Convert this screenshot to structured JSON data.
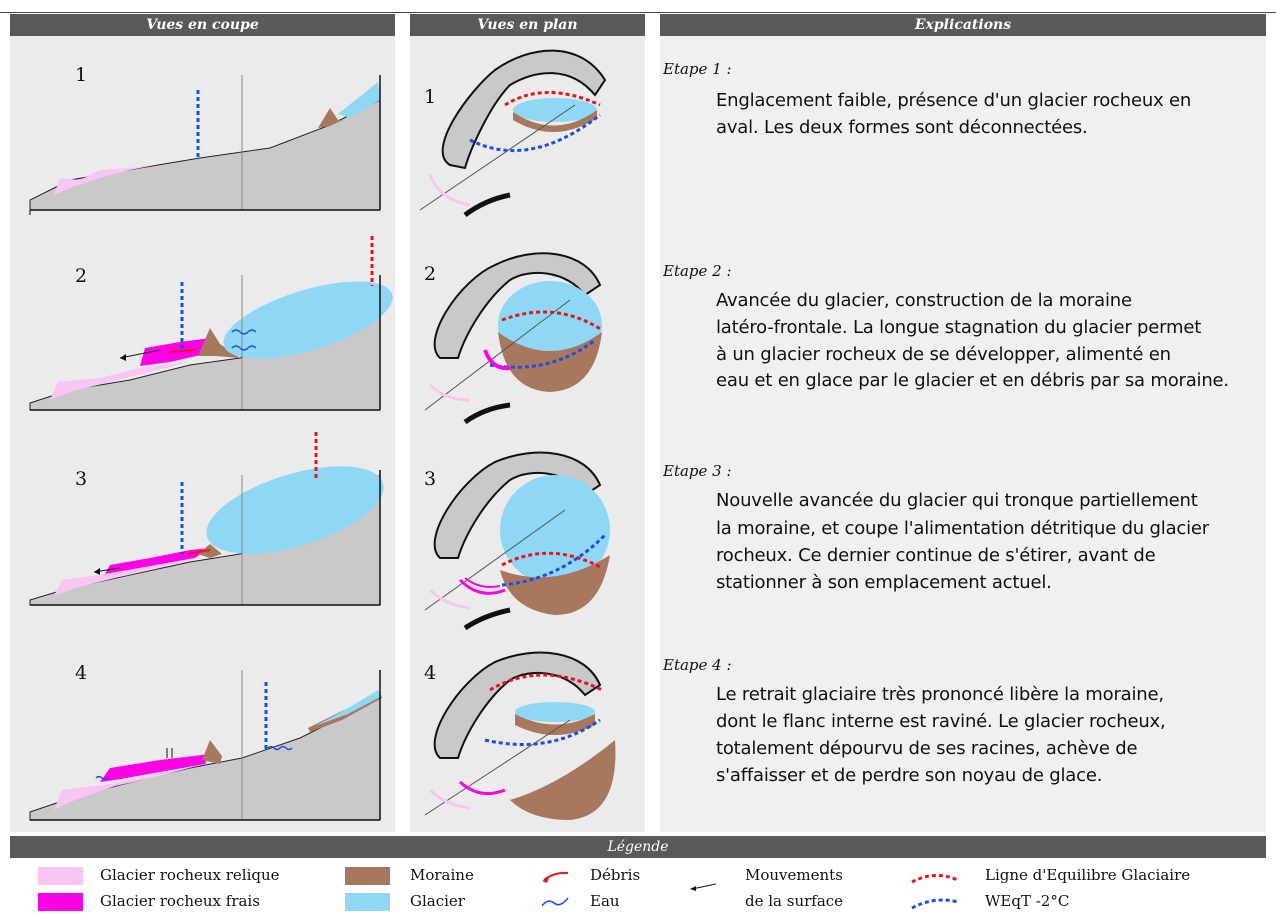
{
  "headers": {
    "coupe": "Vues en coupe",
    "plan": "Vues en plan",
    "explications": "Explications"
  },
  "steps": [
    {
      "num": "1",
      "title": "Etape 1 :",
      "lines": [
        "Englacement faible, présence d'un glacier rocheux en",
        "aval. Les deux formes sont déconnectées."
      ]
    },
    {
      "num": "2",
      "title": "Etape 2 :",
      "lines": [
        "Avancée du glacier, construction de la moraine",
        "latéro-frontale. La longue stagnation du glacier permet",
        "à un glacier rocheux de se développer, alimenté en",
        "eau et en glace par le glacier et en débris par sa moraine."
      ]
    },
    {
      "num": "3",
      "title": "Etape 3 :",
      "lines": [
        "Nouvelle avancée du glacier qui tronque partiellement",
        "la moraine, et coupe l'alimentation détritique du glacier",
        "rocheux. Ce dernier continue de s'étirer, avant de",
        "stationner à son emplacement actuel."
      ]
    },
    {
      "num": "4",
      "title": "Etape 4 :",
      "lines": [
        "Le retrait glaciaire très prononcé libère la moraine,",
        "dont le flanc interne est raviné. Le glacier rocheux,",
        "totalement dépourvu de ses racines, achève de",
        "s'affaisser et de perdre son noyau de glace."
      ]
    }
  ],
  "legend": {
    "title": "Légende",
    "relique": "Glacier rocheux relique",
    "frais": "Glacier rocheux frais",
    "moraine": "Moraine",
    "glacier": "Glacier",
    "debris": "Débris",
    "eau": "Eau",
    "mouvements_1": "Mouvements",
    "mouvements_2": "de la surface",
    "ela": "Ligne d'Equilibre Glaciaire",
    "weqt": "WEqT -2°C"
  },
  "colors": {
    "relique": "#f7c6f2",
    "frais": "#ff00e6",
    "moraine": "#a8785e",
    "glacier": "#8ed8f5",
    "ground": "#c9c9c9",
    "red_line": "#e8141c",
    "blue_line": "#1a4fe0",
    "header": "#595959"
  }
}
